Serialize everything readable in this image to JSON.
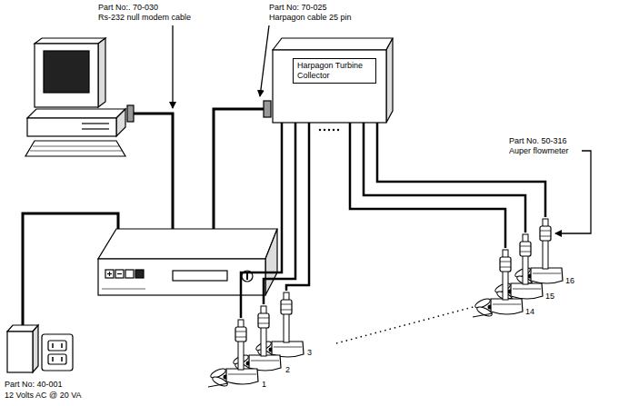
{
  "diagram": {
    "nodes": [
      {
        "text": [
          "Harpagon Turbine Collector"
        ]
      }
    ],
    "labels": [
      "Part No:. 70-030",
      "Rs-232 null modem cable",
      "Part No: 70-025",
      "Harpagon cable 25 pin",
      "Part No. 50-316",
      "Auper flowmeter",
      "Part No: 40-001",
      "12 Volts AC @ 20 VA",
      "1",
      "2",
      "3",
      "14",
      "15",
      "16"
    ]
  }
}
